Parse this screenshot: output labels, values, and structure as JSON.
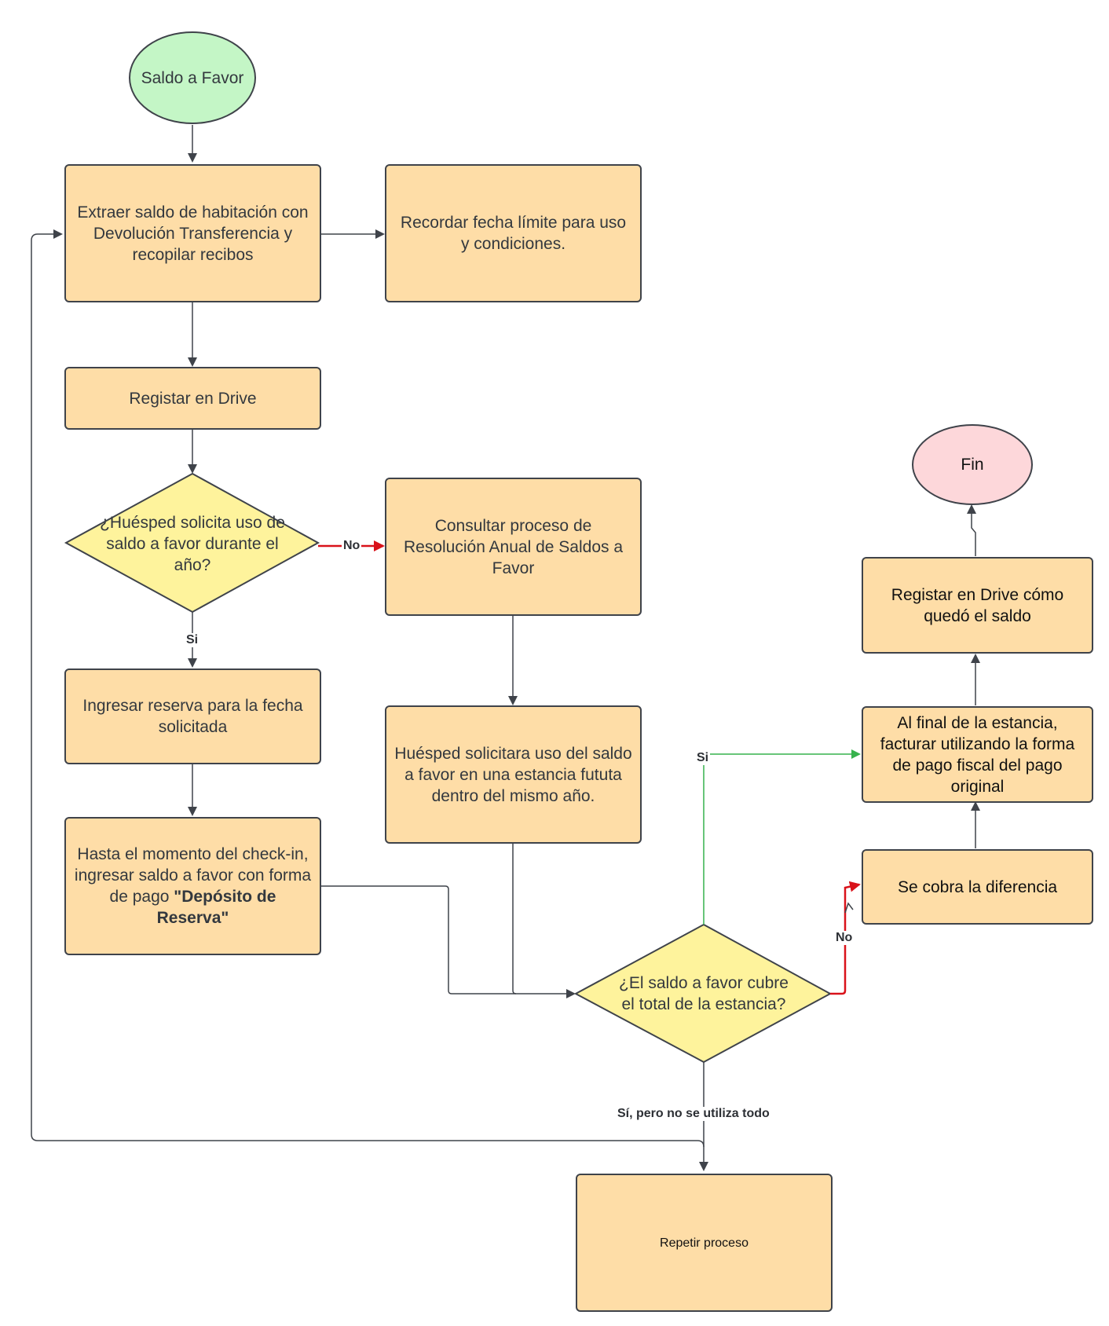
{
  "nodes": {
    "start": "Saldo a Favor",
    "extraer": "Extraer saldo de habitación con Devolución Transferencia y recopilar recibos",
    "recordar": "Recordar fecha límite para uso y condiciones.",
    "registrar_drive": "Registar en Drive",
    "decision_uso": "¿Huésped solicita uso de saldo a favor durante el año?",
    "consultar": "Consultar proceso de Resolución Anual de Saldos a Favor",
    "ingresar_reserva": "Ingresar reserva para la fecha solicitada",
    "huesped_solicitara": "Huésped solicitara uso del saldo a favor en una estancia fututa dentro del mismo año.",
    "hasta_checkin_plain": "Hasta el momento del check-in, ingresar saldo a favor con forma de pago ",
    "hasta_checkin_bold": "\"Depósito de Reserva\"",
    "decision_cubre": "¿El saldo a favor cubre el total de la estancia?",
    "se_cobra": "Se cobra la diferencia",
    "facturar": "Al final de la estancia, facturar utilizando la forma de pago fiscal del pago original",
    "registrar_saldo": "Registar en Drive cómo quedó el saldo",
    "fin": "Fin",
    "repetir": "Repetir proceso"
  },
  "edge_labels": {
    "no_1": "No",
    "si_1": "Si",
    "si_2": "Si",
    "no_2": "No",
    "parcial": "Sí, pero no se utiliza todo"
  },
  "colors": {
    "process_fill": "#fedda7",
    "decision_fill": "#fef39c",
    "start_fill": "#c4f6c6",
    "end_fill": "#fdd7da",
    "stroke": "#3f434a",
    "edge_no": "#d9121a",
    "edge_si": "#37b24d"
  }
}
